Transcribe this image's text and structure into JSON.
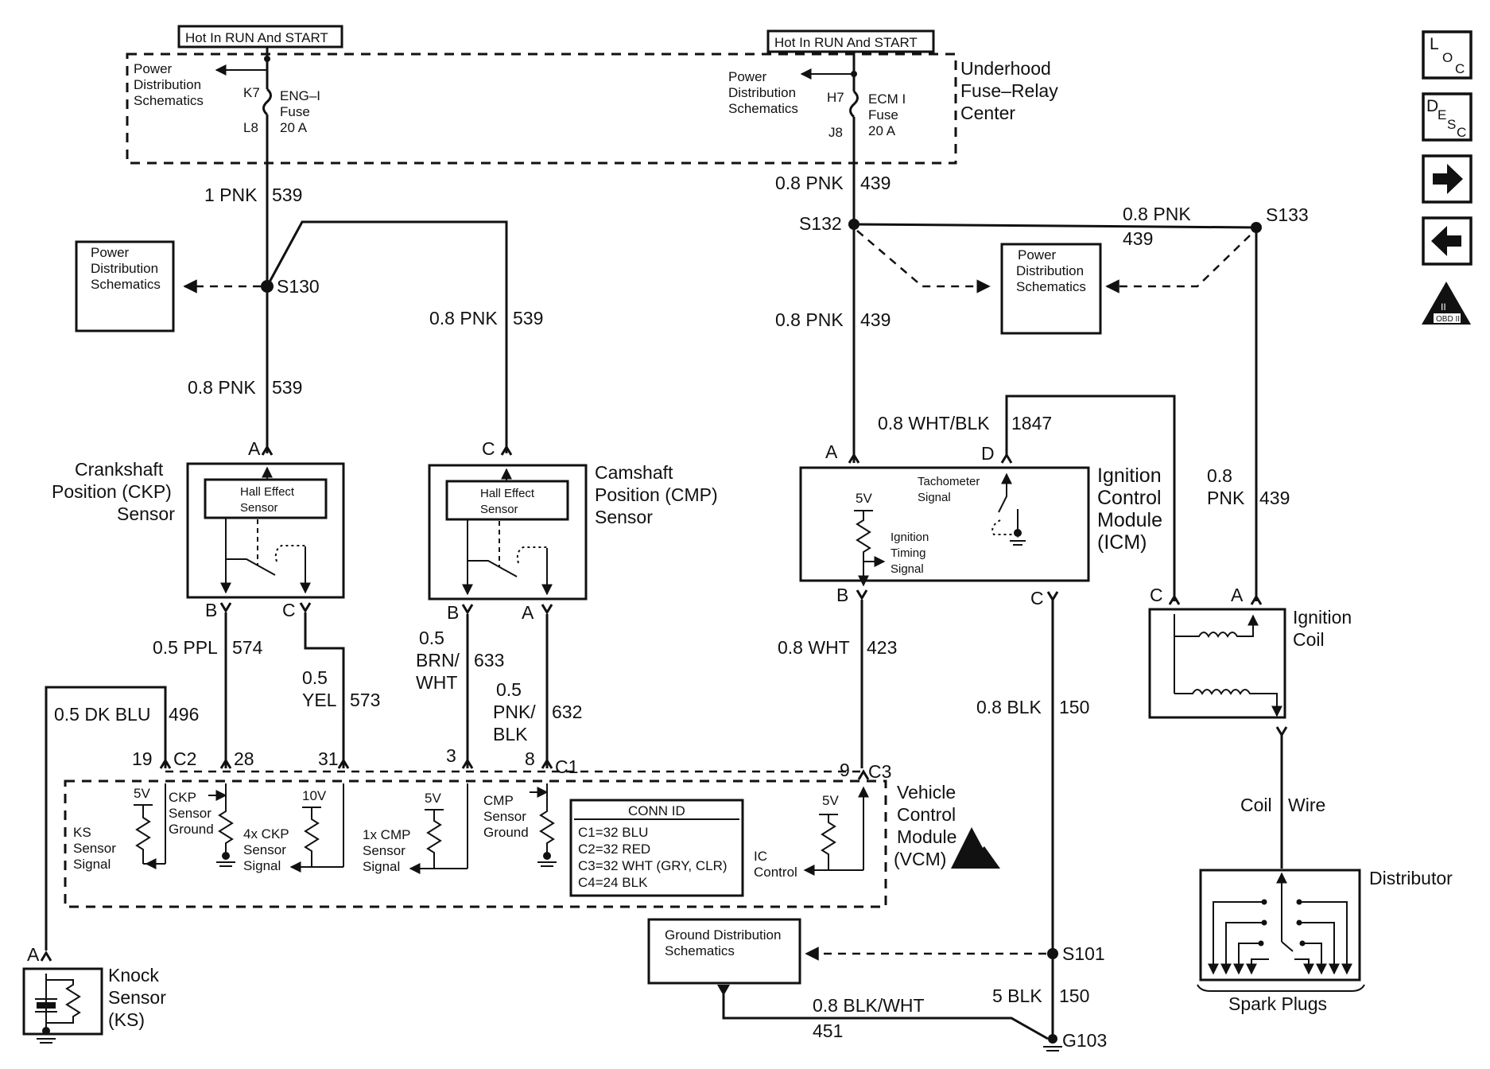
{
  "fuse_center": {
    "title_lines": [
      "Underhood",
      "Fuse–Relay",
      "Center"
    ],
    "hot_label_1": "Hot In RUN And START",
    "hot_label_2": "Hot In RUN And START",
    "fuse1": {
      "top_pin": "K7",
      "bottom_pin": "L8",
      "lines": [
        "ENG–I",
        "Fuse",
        "20 A"
      ]
    },
    "fuse2": {
      "top_pin": "H7",
      "bottom_pin": "J8",
      "lines": [
        "ECM I",
        "Fuse",
        "20 A"
      ]
    },
    "pds_lines": [
      "Power",
      "Distribution",
      "Schematics"
    ]
  },
  "pds_box": {
    "lines": [
      "Power",
      "Distribution",
      "Schematics"
    ]
  },
  "gds_box": {
    "lines": [
      "Ground Distribution",
      "Schematics"
    ]
  },
  "splices": {
    "s130": "S130",
    "s132": "S132",
    "s133": "S133",
    "s101": "S101",
    "g103": "G103"
  },
  "wires": {
    "w_1pnk": {
      "color": "1 PNK",
      "circuit": "539"
    },
    "w_08pnk_a": {
      "color": "0.8 PNK",
      "circuit": "539"
    },
    "w_08pnk_b": {
      "color": "0.8 PNK",
      "circuit": "539"
    },
    "w_pnk439_top": {
      "color": "0.8 PNK",
      "circuit": "439"
    },
    "w_pnk439_h": {
      "color": "0.8 PNK",
      "circuit": "439"
    },
    "w_pnk439_mid": {
      "color": "0.8 PNK",
      "circuit": "439"
    },
    "w_whtblk": {
      "color": "0.8 WHT/BLK",
      "circuit": "1847"
    },
    "w_pnk439_r": {
      "color_lines": [
        "0.8",
        "PNK"
      ],
      "circuit": "439"
    },
    "w_ppl": {
      "color": "0.5 PPL",
      "circuit": "574"
    },
    "w_yel": {
      "color_lines": [
        "0.5",
        "YEL"
      ],
      "circuit": "573"
    },
    "w_brn": {
      "color_lines": [
        "0.5",
        "BRN/",
        "WHT"
      ],
      "circuit": "633"
    },
    "w_pnkblk": {
      "color_lines": [
        "0.5",
        "PNK/",
        "BLK"
      ],
      "circuit": "632"
    },
    "w_dkblu": {
      "color": "0.5 DK BLU",
      "circuit": "496"
    },
    "w_wht": {
      "color": "0.8 WHT",
      "circuit": "423"
    },
    "w_blk": {
      "color": "0.8 BLK",
      "circuit": "150"
    },
    "w_5blk": {
      "color": "5 BLK",
      "circuit": "150"
    },
    "w_blkwht": {
      "color": "0.8 BLK/WHT",
      "circuit": "451"
    },
    "w_coil": {
      "color": "Coil",
      "circuit": "Wire"
    }
  },
  "ckp": {
    "title_lines": [
      "Crankshaft",
      "Position (CKP)",
      "Sensor"
    ],
    "inner_lines": [
      "Hall Effect",
      "Sensor"
    ],
    "pins": {
      "a": "A",
      "b": "B",
      "c": "C"
    }
  },
  "cmp": {
    "title_lines": [
      "Camshaft",
      "Position (CMP)",
      "Sensor"
    ],
    "inner_lines": [
      "Hall Effect",
      "Sensor"
    ],
    "pins": {
      "c": "C",
      "b": "B",
      "a": "A"
    }
  },
  "icm": {
    "title_lines": [
      "Ignition",
      "Control",
      "Module",
      "(ICM)"
    ],
    "pins": {
      "a": "A",
      "d": "D",
      "b": "B",
      "c": "C"
    },
    "voltage": "5V",
    "tach_lines": [
      "Tachometer",
      "Signal"
    ],
    "timing_lines": [
      "Ignition",
      "Timing",
      "Signal"
    ]
  },
  "coil": {
    "title_lines": [
      "Ignition",
      "Coil"
    ],
    "pins": {
      "c": "C",
      "a": "A"
    }
  },
  "distributor": {
    "title": "Distributor",
    "spark_plugs": "Spark Plugs"
  },
  "knock": {
    "title_lines": [
      "Knock",
      "Sensor",
      "(KS)"
    ],
    "pin": "A"
  },
  "vcm": {
    "title_lines": [
      "Vehicle",
      "Control",
      "Module",
      "(VCM)"
    ],
    "connectors": {
      "c2": "C2",
      "c1": "C1",
      "c3": "C3"
    },
    "pins": {
      "p19": "19",
      "p28": "28",
      "p31": "31",
      "p3": "3",
      "p8": "8",
      "p9": "9"
    },
    "ks_voltage": "5V",
    "ks_lines": [
      "KS",
      "Sensor",
      "Signal"
    ],
    "ckp_gnd_lines": [
      "CKP",
      "Sensor",
      "Ground"
    ],
    "ckp4x_voltage": "10V",
    "ckp4x_lines": [
      "4x CKP",
      "Sensor",
      "Signal"
    ],
    "cmp1x_voltage": "5V",
    "cmp1x_lines": [
      "1x CMP",
      "Sensor",
      "Signal"
    ],
    "cmp_gnd_lines": [
      "CMP",
      "Sensor",
      "Ground"
    ],
    "ic_voltage": "5V",
    "ic_lines": [
      "IC",
      "Control"
    ]
  },
  "conn_id": {
    "title": "CONN ID",
    "rows": [
      "C1=32 BLU",
      "C2=32 RED",
      "C3=32 WHT (GRY, CLR)",
      "C4=24 BLK"
    ]
  },
  "side_buttons": {
    "loc": {
      "l": "L",
      "o": "O",
      "c": "C"
    },
    "desc": {
      "d": "D",
      "e": "E",
      "s": "S",
      "c": "C"
    },
    "next_icon": "arrow-right-icon",
    "prev_icon": "arrow-left-icon",
    "obd": {
      "top": "II",
      "bottom": "OBD II"
    }
  }
}
